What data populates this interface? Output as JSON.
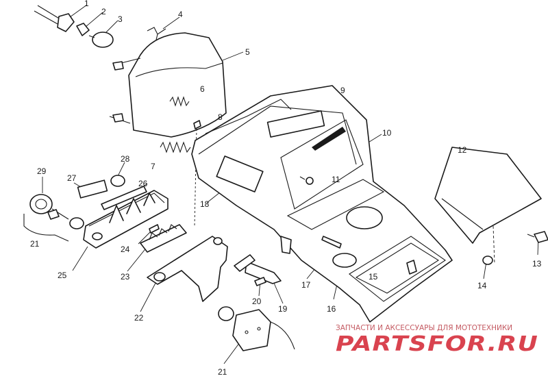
{
  "diagram": {
    "callouts": [
      "1",
      "2",
      "3",
      "4",
      "5",
      "6",
      "7",
      "8",
      "9",
      "10",
      "11",
      "12",
      "13",
      "14",
      "15",
      "16",
      "17",
      "18",
      "19",
      "20",
      "21",
      "22",
      "23",
      "24",
      "25",
      "26",
      "27",
      "28",
      "29",
      "21"
    ]
  },
  "watermark": {
    "tagline": "ЗАПЧАСТИ И АКСЕССУАРЫ ДЛЯ МОТОТЕХНИКИ",
    "logo": "PARTSFOR.RU",
    "color": "#d9434f"
  }
}
